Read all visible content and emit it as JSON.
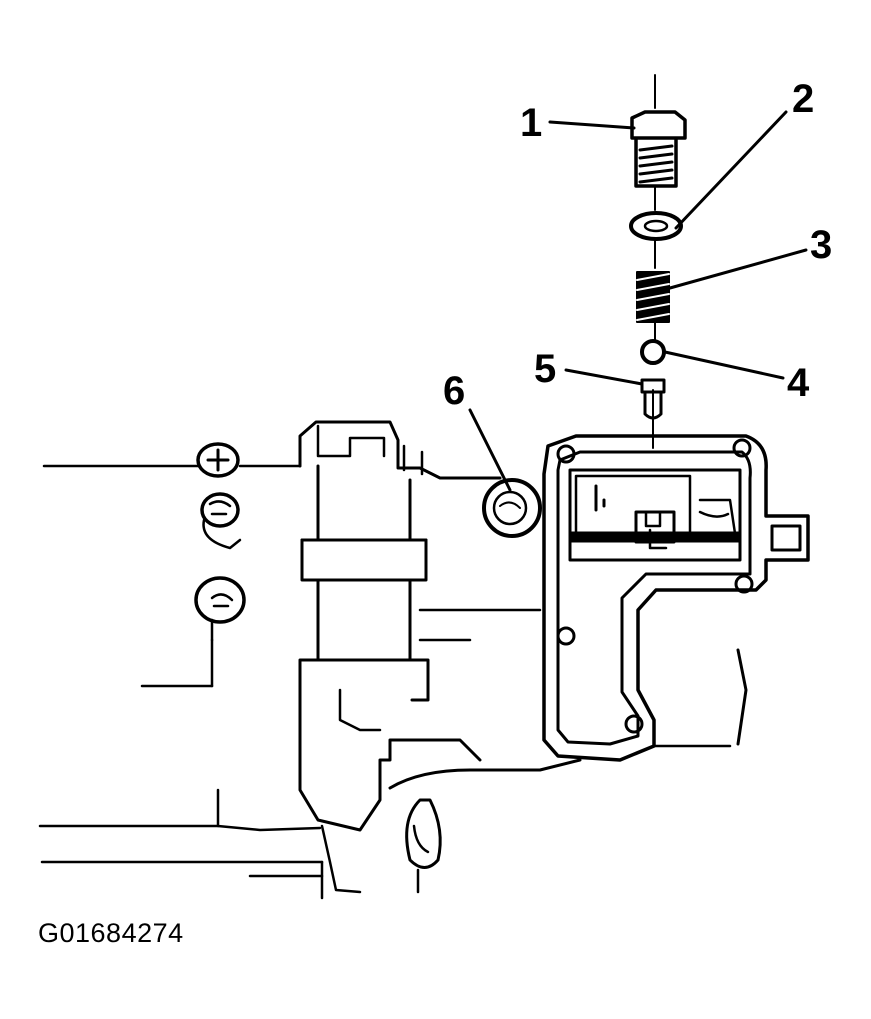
{
  "figure": {
    "id": "G01684274"
  },
  "callouts": [
    {
      "number": "1",
      "part": "plug-bolt"
    },
    {
      "number": "2",
      "part": "washer"
    },
    {
      "number": "3",
      "part": "spring"
    },
    {
      "number": "4",
      "part": "o-ring"
    },
    {
      "number": "5",
      "part": "plunger"
    },
    {
      "number": "6",
      "part": "plug"
    }
  ],
  "colors": {
    "ink": "#000000",
    "paper": "#ffffff"
  }
}
